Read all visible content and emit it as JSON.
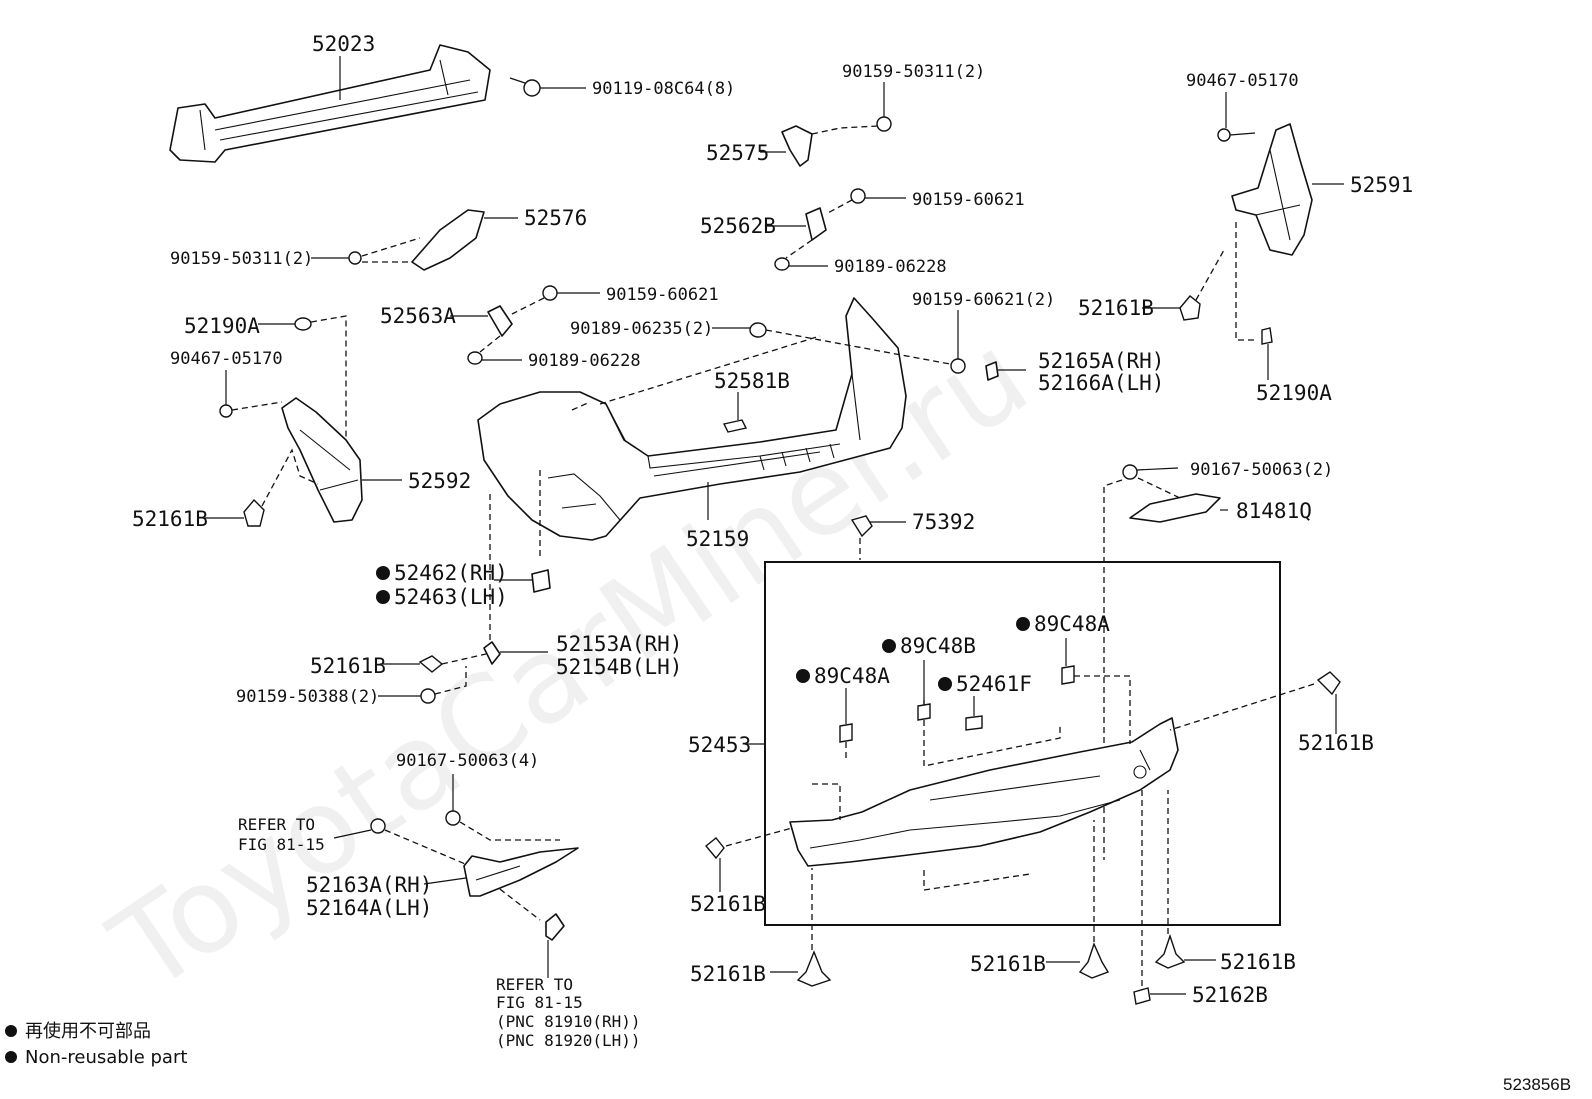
{
  "watermark": "ToyotaCarMiner.ru",
  "figure_id": "523856B",
  "legend": {
    "line1": "再使用不可部品",
    "line2": "Non-reusable part"
  },
  "labels": {
    "p52023": "52023",
    "p90119": "90119-08C64(8)",
    "p90159_50311_top": "90159-50311(2)",
    "p52575": "52575",
    "p90467_right": "90467-05170",
    "p52591": "52591",
    "p52576": "52576",
    "p90159_50311_left": "90159-50311(2)",
    "p52562B": "52562B",
    "p90159_60621_a": "90159-60621",
    "p90189_06228_a": "90189-06228",
    "p52190A_left": "52190A",
    "p52563A": "52563A",
    "p90159_60621_b": "90159-60621",
    "p90159_60621_2": "90159-60621(2)",
    "p52161B_right_top": "52161B",
    "p90189_06235": "90189-06235(2)",
    "p90467_left": "90467-05170",
    "p90189_06228_b": "90189-06228",
    "p52165A": "52165A(RH)",
    "p52166A": "52166A(LH)",
    "p52190A_right": "52190A",
    "p52581B": "52581B",
    "p52592": "52592",
    "p52161B_left": "52161B",
    "p90167_50063_2": "90167-50063(2)",
    "p81481Q": "81481Q",
    "p75392": "75392",
    "p52159": "52159",
    "p52462": "52462(RH)",
    "p52463": "52463(LH)",
    "p89C48A_a": "89C48A",
    "p89C48B": "89C48B",
    "p52153A": "52153A(RH)",
    "p52154B": "52154B(LH)",
    "p52161B_mid": "52161B",
    "p90159_50388": "90159-50388(2)",
    "p89C48A_b": "89C48A",
    "p52461F": "52461F",
    "p52161B_rc": "52161B",
    "p52453": "52453",
    "p90167_50063_4": "90167-50063(4)",
    "ref_top_1": "REFER TO",
    "ref_top_2": "FIG 81-15",
    "p52163A": "52163A(RH)",
    "p52164A": "52164A(LH)",
    "p52161B_lc": "52161B",
    "p52161B_b1": "52161B",
    "p52161B_b2": "52161B",
    "p52161B_b3": "52161B",
    "p52162B": "52162B",
    "ref_bot_1": "REFER TO",
    "ref_bot_2": "FIG 81-15",
    "ref_bot_3": "(PNC 81910(RH))",
    "ref_bot_4": "(PNC 81920(LH))"
  }
}
